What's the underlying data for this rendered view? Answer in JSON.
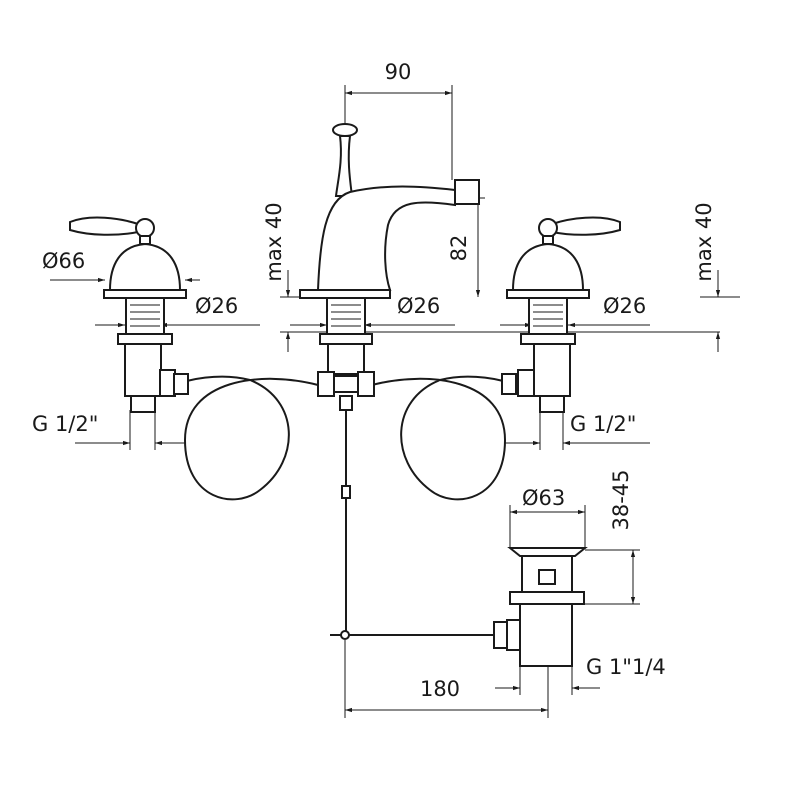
{
  "title": "Three-hole bidet mixer with pop-up waste - dimension drawing",
  "dimensions": {
    "spout_reach": "90",
    "max_left": "max 40",
    "spout_height": "82",
    "max_right": "max 40",
    "handle_diameter": "Ø66",
    "shank_left": "Ø26",
    "shank_center": "Ø26",
    "shank_right": "Ø26",
    "thread_left": "G 1/2\"",
    "thread_right": "G 1/2\"",
    "waste_diameter": "Ø63",
    "waste_range": "38-45",
    "waste_thread": "G 1\"1/4",
    "center_to_waste": "180"
  }
}
